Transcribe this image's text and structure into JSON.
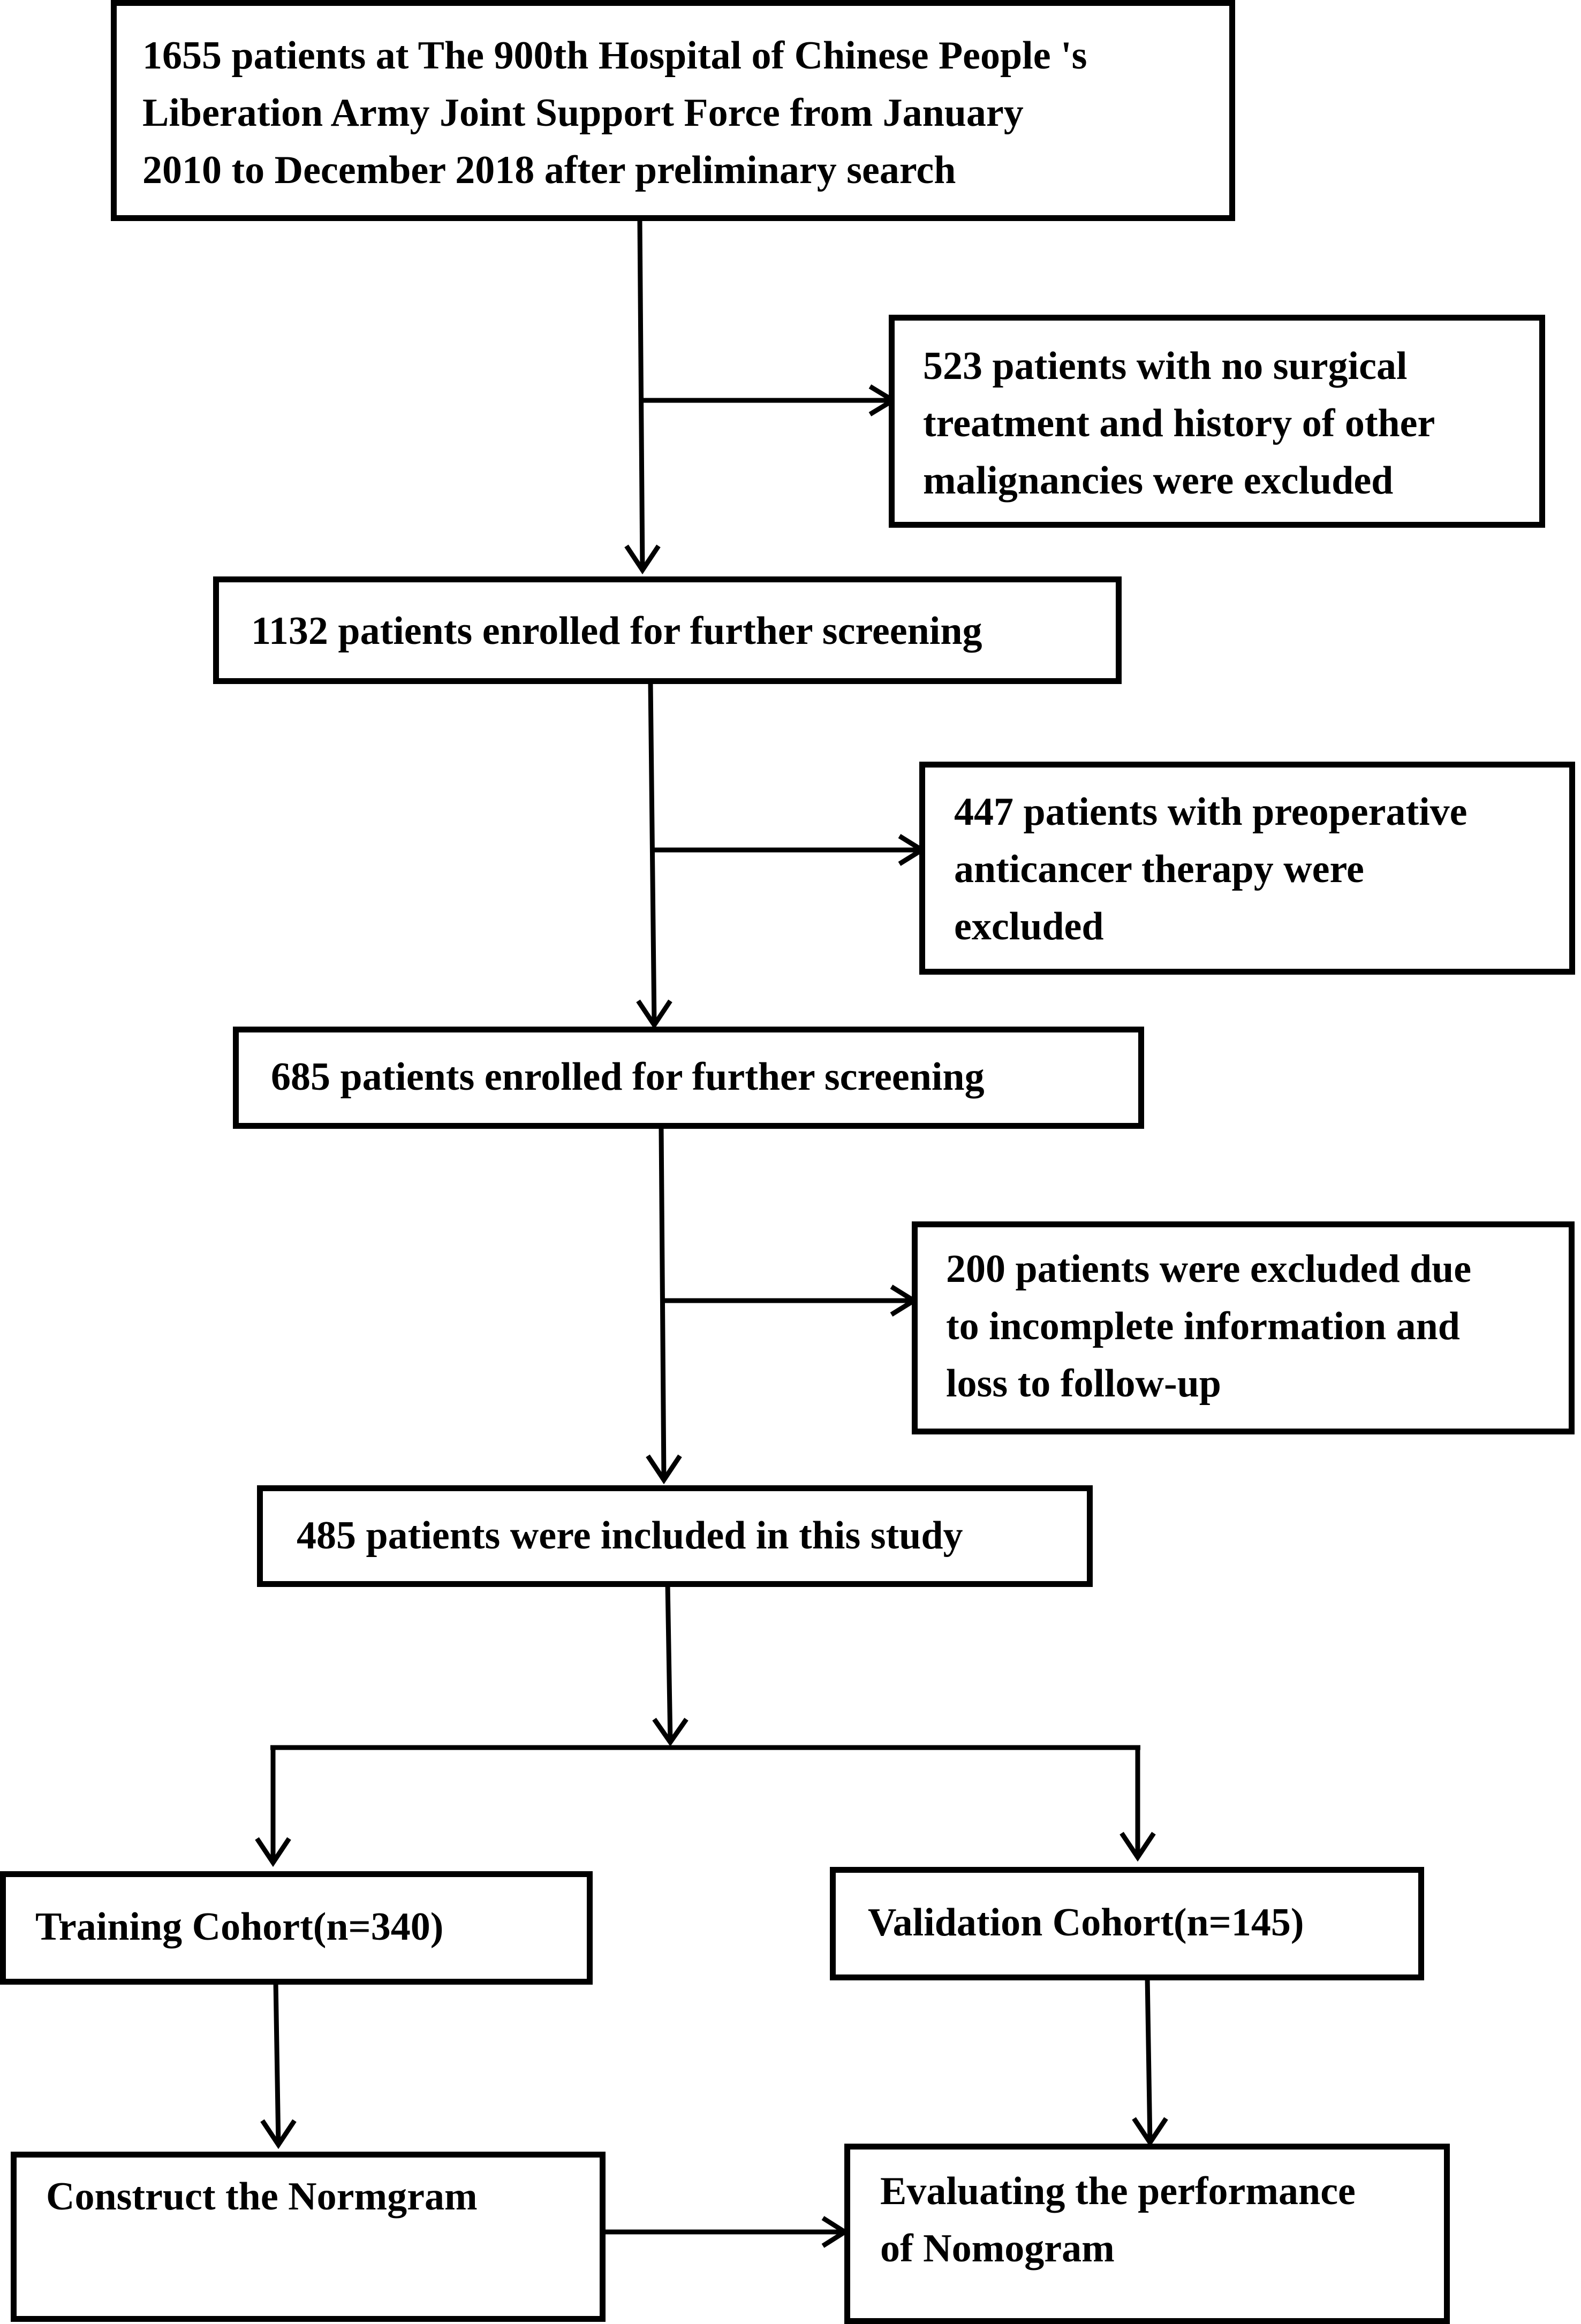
{
  "flowchart": {
    "nodes": [
      {
        "id": "initial",
        "text": "1655 patients at The 900th Hospital of Chinese People 's\nLiberation Army Joint Support Force from January\n2010 to December 2018 after preliminary search"
      },
      {
        "id": "excl1",
        "text": "523 patients with no surgical\ntreatment and history of other\nmalignancies were excluded"
      },
      {
        "id": "enrolled1",
        "text": "1132 patients enrolled for further screening"
      },
      {
        "id": "excl2",
        "text": "447 patients with preoperative\nanticancer therapy were\nexcluded"
      },
      {
        "id": "enrolled2",
        "text": "685 patients enrolled for further screening"
      },
      {
        "id": "excl3",
        "text": "200 patients were excluded due\nto incomplete information and\nloss to follow-up"
      },
      {
        "id": "included",
        "text": "485 patients were included in this study"
      },
      {
        "id": "training",
        "text": "Training Cohort(n=340)"
      },
      {
        "id": "validation",
        "text": "Validation Cohort(n=145)"
      },
      {
        "id": "construct",
        "text": "Construct the Normgram"
      },
      {
        "id": "evaluate",
        "text": "Evaluating the performance\nof Nomogram"
      }
    ],
    "edges": [
      {
        "from": "initial",
        "to": "enrolled1"
      },
      {
        "from": "initial",
        "to": "excl1"
      },
      {
        "from": "enrolled1",
        "to": "enrolled2"
      },
      {
        "from": "enrolled1",
        "to": "excl2"
      },
      {
        "from": "enrolled2",
        "to": "included"
      },
      {
        "from": "enrolled2",
        "to": "excl3"
      },
      {
        "from": "included",
        "to": "training"
      },
      {
        "from": "included",
        "to": "validation"
      },
      {
        "from": "training",
        "to": "construct"
      },
      {
        "from": "validation",
        "to": "evaluate"
      },
      {
        "from": "construct",
        "to": "evaluate"
      }
    ]
  }
}
